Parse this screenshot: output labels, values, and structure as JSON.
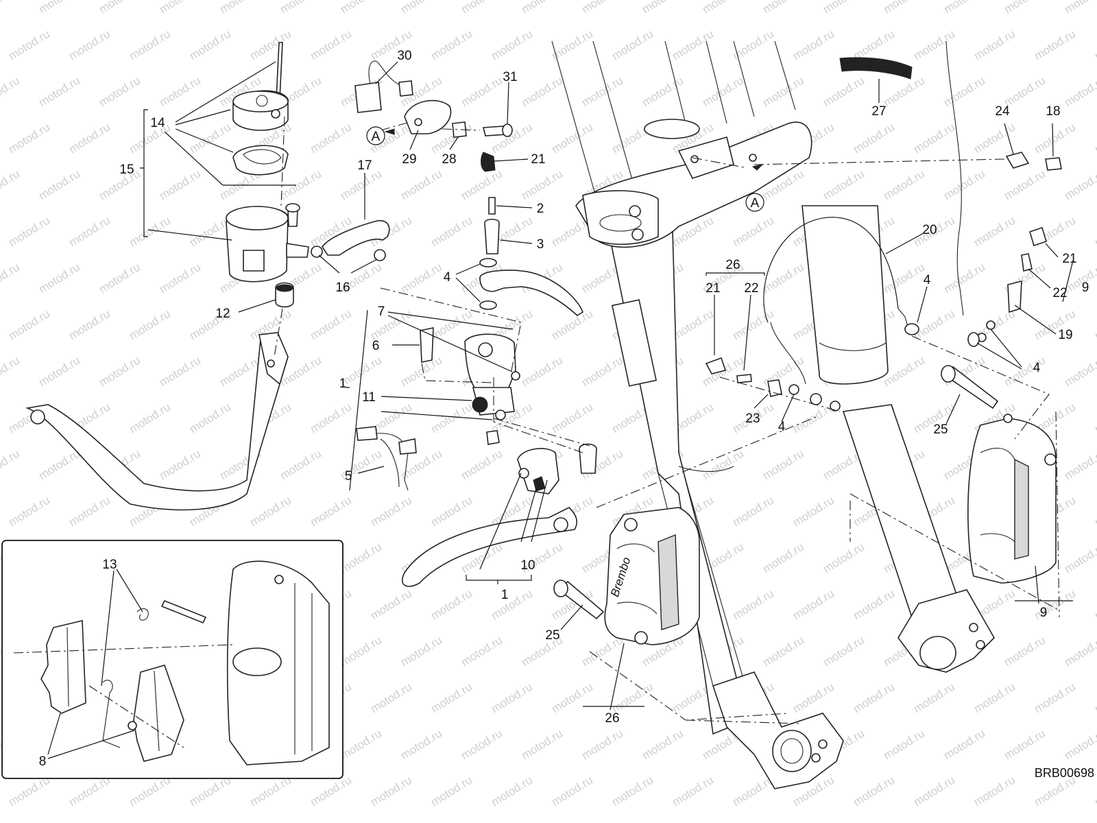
{
  "diagram": {
    "code": "BRB00698",
    "watermark": "motod.ru",
    "reference_mark": "A",
    "callouts": [
      "1",
      "2",
      "3",
      "4",
      "5",
      "6",
      "7",
      "8",
      "9",
      "10",
      "11",
      "12",
      "13",
      "14",
      "15",
      "16",
      "17",
      "18",
      "19",
      "20",
      "21",
      "22",
      "23",
      "24",
      "25",
      "26",
      "27",
      "28",
      "29",
      "30",
      "31"
    ]
  }
}
